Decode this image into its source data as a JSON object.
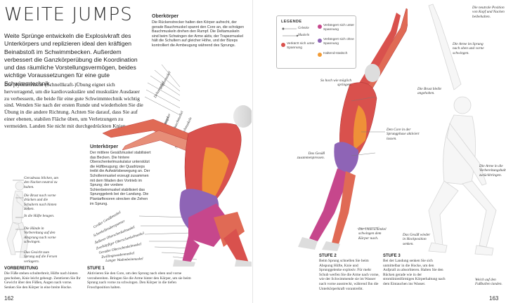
{
  "page": {
    "title": "WEITE JUMPS",
    "intro": "Weite Sprünge entwickeln die Explosivkraft des Unterkörpers und replizieren ideal den kräftigen Beinabstoß im Schwimmbecken. Außerdem verbessert die Ganzkörperübung die Koordination und das räumliche Vorstellungsvermögen, beides wichtige Voraussetzungen für eine gute Schwimmtechnik.",
    "body": "Die plyometrische (Schnellkraft-)Übung eignet sich hervorragend, um die kardiovaskuläre und muskuläre Ausdauer zu verbessern, die beide für eine gute Schwimmtechnik wichtig sind. Wenden Sie nach der ersten Runde und wiederholen Sie die Übung in die andere Richtung. Achten Sie darauf, dass Sie auf einer ebenen, stabilen Fläche üben, um Verletzungen zu vermeiden. Landen Sie nicht mit durchgedrückten Knien.",
    "page_left": "162",
    "page_right": "163"
  },
  "prep": {
    "notes": [
      "Geradeaus blicken, um den Nacken neutral zu halten.",
      "Die Brust nach vorne drücken und die Schultern nach hinten ziehen.",
      "In die Hüfte beugen.",
      "Die Hände in Vorbereitung auf den Absprung nach vorne schwingen.",
      "Das Gesicht zum Sprung auf die Fersen verlagern."
    ],
    "label": "VORBEREITUNG",
    "caption": "Die Füße stehen schulterbreit, Hüfte nach hinten geschoben, Knie leicht gebeugt. Zentrieren Sie Ihr Gewicht über den Füßen, Augen nach vorne. Senken Sie den Körper in eine breite Hocke."
  },
  "oberkoerper": {
    "head": "Oberkörper",
    "text": "Die Rückenstrecker halten den Körper aufrecht, der gerade Bauchmuskel spannt den Core an, die schrägen Bauchmuskeln drehen den Rumpf. Die Deltamuskeln sind beim Schwingen der Arme aktiv, der Trapezmuskel hält die Schultern auf gleicher Höhe, und der Bizeps kontrolliert die Armbeugung während des Sprungs.",
    "muscles": [
      "Trapezmuskel",
      "Deltamuskel",
      "Bizeps",
      "Rückenstrecker",
      "Gerader Bauchmuskel",
      "Schräge Bauchmuskeln"
    ]
  },
  "unterkoerper": {
    "head": "Unterkörper",
    "text": "Der mittlere Gesäßmuskel stabilisiert das Becken. Die hintere Oberschenkelmuskulatur unterstützt die Hüftbeugung; der Quadrizeps treibt die Aufwärtsbewegung an. Der Schollenmuskel erzeugt zusammen mit dem Waden den Vortrieb im Sprung; der vordere Schienbeinmuskel stabilisiert das Sprunggelenk bei der Landung. Die Plantarflexoren strecken die Zehen im Sprung.",
    "muscles": [
      "Großer Gesäßmuskel",
      "Schenkelbindenspanner",
      "Äußerer Oberschenkelmuskel",
      "Zweiköpfiger Oberschenkelmuskel",
      "Gerader Oberschenkelmuskel",
      "Zwillingswadenmuskel",
      "Langer Wadenbeinmuskel"
    ]
  },
  "stufe1": {
    "label": "STUFE 1",
    "caption": "Aktivieren Sie den Core, um den Sprung nach oben und vorne vorzubereiten. Bringen Sie die Arme hinter den Körper, um sie beim Sprung nach vorne zu schwingen. Den Körper in die tiefen Froschposition halten."
  },
  "legend": {
    "title": "LEGENDE",
    "items": [
      "Gelenke",
      "Muskeln",
      "Verkürzt sich unter Spannung",
      "Verlängert sich unter Spannung",
      "Verlängert sich ohne Spannung",
      "Haltend-statisch"
    ],
    "colors": [
      "#d9514d",
      "#c6478c",
      "#8e64b6",
      "#f29b35"
    ]
  },
  "stufe2": {
    "notes": [
      "So hoch wie möglich springen.",
      "Den Core in der Sprungphase aktiviert lassen.",
      "Das Gesäß zusammenpressen.",
      "Die Unterschenkel schwingen dem Körper nach."
    ],
    "label": "STUFE 2",
    "caption": "Beim Sprung schnellen Sie beim Abspung Hüfte, Knie und Sprunggelenke explosiv. Für mehr Schub werfen Sie die Arme nach vorne, wie der Schwimmende sie im Wasser nach vorne ausstreckt, während Ihn die Unterkörperkraft vorantreibt."
  },
  "stufe3": {
    "notes": [
      "Die neutrale Position von Kopf und Nacken beibehalten.",
      "Die Arme im Sprung nach oben und vorne schwingen.",
      "Die Brust bleibt angehoben.",
      "Die Arme in die Vorbereitungshaltung zurückbringen.",
      "Das Gesäß wieder in Hockposition senken.",
      "Weich auf den Fußballen landen."
    ],
    "label": "STUFE 3",
    "caption": "Bei der Landung senken Sie sich unmittelbar in die Hocke, um den Aufprall zu absorbieren. Halten Sie den Rücken gerade wie in der stromlinienförmigen Körperhaltung nach dem Eintauchen ins Wasser."
  }
}
